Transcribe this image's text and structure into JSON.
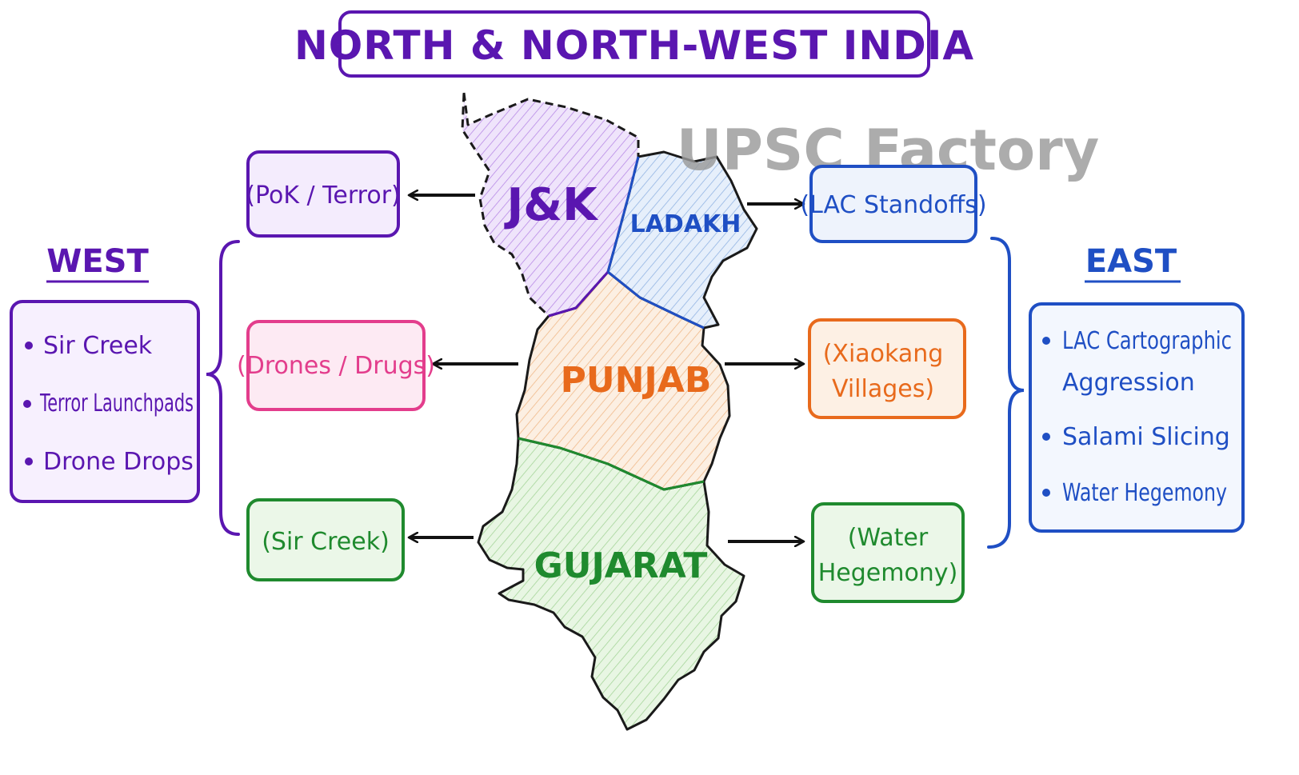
{
  "title": "NORTH & NORTH-WEST INDIA",
  "watermark": "UPSC Factory",
  "regions": {
    "jk": "J&K",
    "ladakh": "LADAKH",
    "punjab": "PUNJAB",
    "gujarat": "GUJARAT"
  },
  "left_boxes": {
    "pok": "(PoK / Terror)",
    "drones": "(Drones / Drugs)",
    "sir_creek": "(Sir Creek)"
  },
  "right_boxes": {
    "lac": "(LAC Standoffs)",
    "xiaokang": [
      "(Xiaokang",
      "Villages)"
    ],
    "water": [
      "(Water",
      "Hegemony)"
    ]
  },
  "west": {
    "heading": "WEST",
    "items": [
      "Sir Creek",
      "Terror Launchpads",
      "Drone Drops"
    ]
  },
  "east": {
    "heading": "EAST",
    "items": [
      "LAC Cartographic",
      "Aggression",
      "Salami Slicing",
      "Water Hegemony"
    ]
  },
  "colors": {
    "purple": "#5a16b0",
    "blue": "#1f4fc4",
    "orange": "#e86a1c",
    "pink": "#e33d8c",
    "green": "#1f8a2e"
  }
}
